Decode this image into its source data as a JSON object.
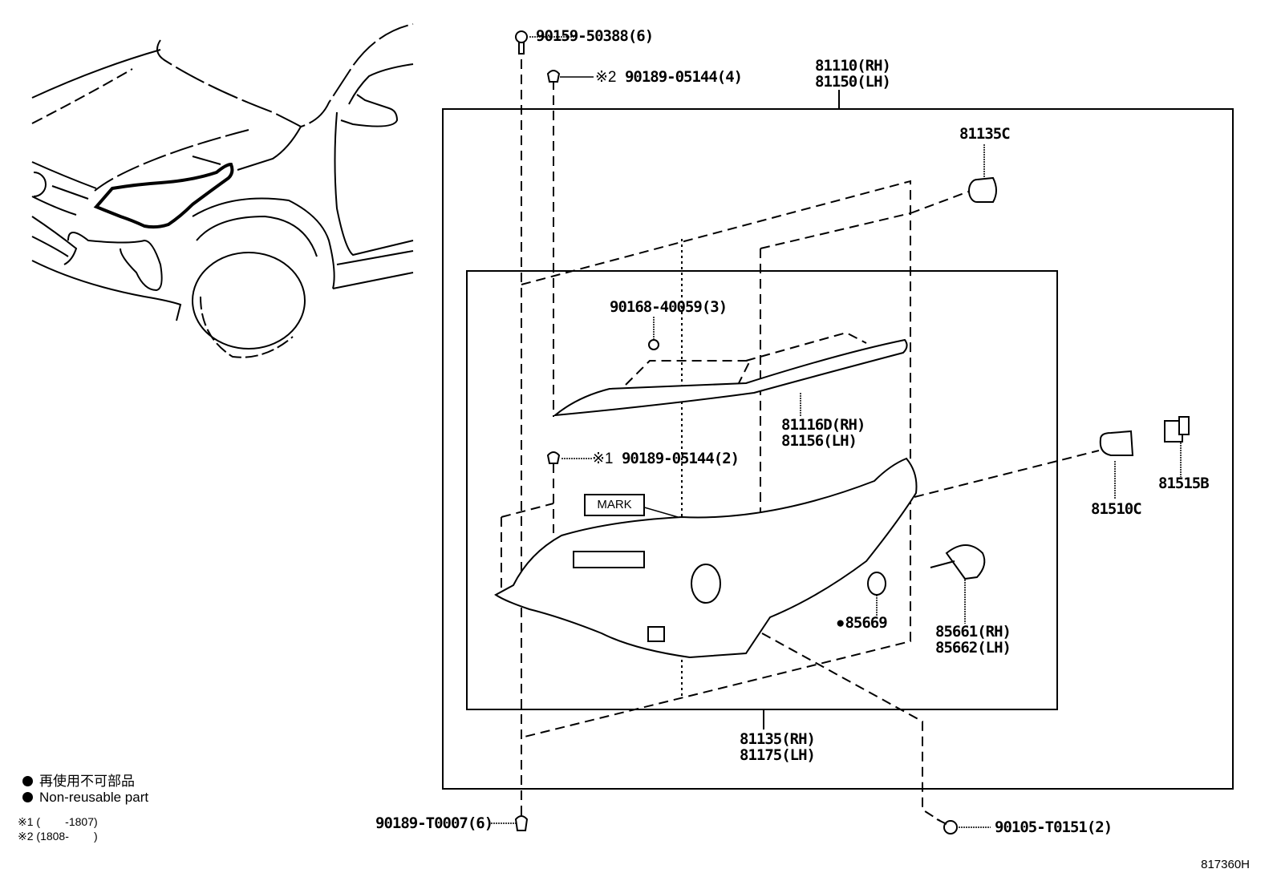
{
  "diagram": {
    "title_ref": "817360H",
    "parts": {
      "screw_top": "90159-50388(6)",
      "clip_top": {
        "note": "※2",
        "part": "90189-05144(4)"
      },
      "assembly": [
        "81110(RH)",
        "81150(LH)"
      ],
      "cap": "81135C",
      "screw_mid": "90168-40059(3)",
      "garnish": [
        "81116D(RH)",
        "81156(LH)"
      ],
      "clip_mid": {
        "note": "※1",
        "part": "90189-05144(2)"
      },
      "mark_label": "MARK",
      "bulb": "81510C",
      "socket": "81515B",
      "gasket": "85669",
      "gasket_marker": "●",
      "bulb_unit": [
        "85661(RH)",
        "85662(LH)"
      ],
      "housing": [
        "81135(RH)",
        "81175(LH)"
      ],
      "clip_bottom": "90189-T0007(6)",
      "screw_bottom": "90105-T0151(2)"
    },
    "legend": {
      "japanese": "再使用不可部品",
      "english": "Non-reusable part",
      "note1": "※1 (        -1807)",
      "note2": "※2 (1808-        )"
    }
  }
}
